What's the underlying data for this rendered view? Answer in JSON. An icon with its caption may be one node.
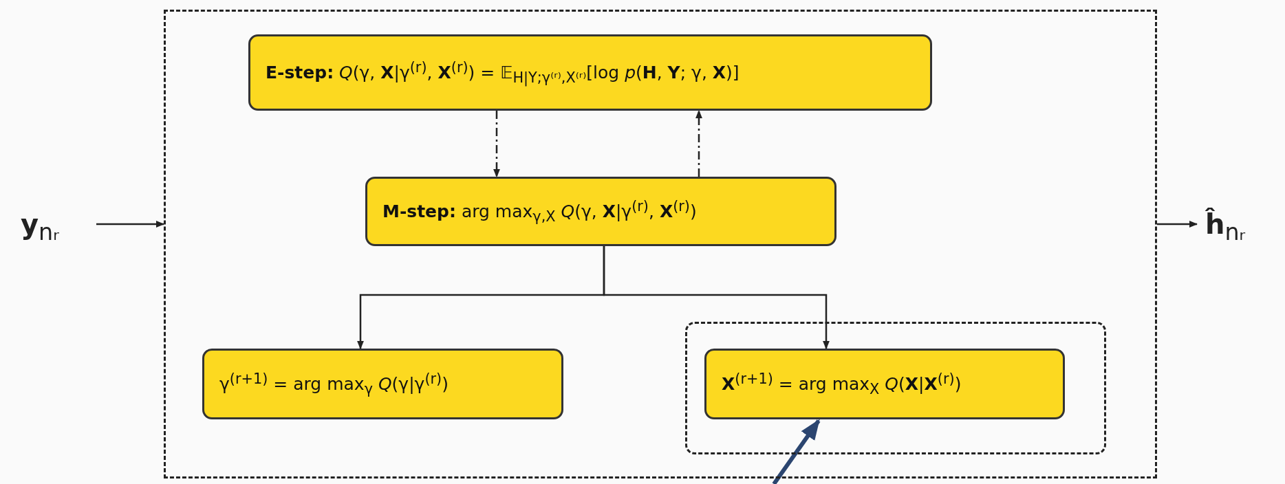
{
  "diagram": {
    "nodes": [
      {
        "text": [
          "**y**$_{nᵣ}$"
        ]
      },
      {
        "text": [],
        "shape": "box"
      },
      {
        "text": [
          "**E-step:** *Q*(γ, **X**|γ$^{(r)}$, **X**$^{(r)}$) = 𝔼$_{H|Y;γ⁽ʳ⁾,X⁽ʳ⁾}$[log *p*(**H**, **Y**; γ, **X**)]"
        ],
        "in": 1
      },
      {
        "text": [
          "**M-step:** arg max$_{γ,X}$ *Q*(γ, **X**|γ$^{(r)}$, **X**$^{(r)}$)"
        ],
        "in": 1
      },
      {
        "text": [
          "γ$^{(r+1)}$ = arg max$_{γ}$ *Q*(γ|γ$^{(r)}$)"
        ],
        "in": 1
      },
      {
        "text": [],
        "shape": "box",
        "in": 1
      },
      {
        "text": [
          "**X**$^{(r+1)}$ = arg max$_{X}$ *Q*(**X**|**X**$^{(r)}$)"
        ],
        "in": 5
      },
      {
        "text": [
          "**ĥ**$_{nᵣ}$"
        ]
      }
    ],
    "edges": [
      {
        "from": 0,
        "to": 1,
        "arrow": "to"
      },
      {
        "from": 2,
        "to": 3,
        "arrow": "to",
        "style": "dashed"
      },
      {
        "from": 3,
        "to": 2,
        "arrow": "to",
        "style": "dashed"
      },
      {
        "from": 3,
        "to": 4,
        "arrow": "to"
      },
      {
        "from": 3,
        "to": 6,
        "arrow": "to"
      },
      {
        "from": 1,
        "to": 7,
        "arrow": "to"
      },
      {
        "from": null,
        "to": 6,
        "arrow": "to",
        "style": "thick",
        "color": "#2b4570"
      }
    ]
  }
}
